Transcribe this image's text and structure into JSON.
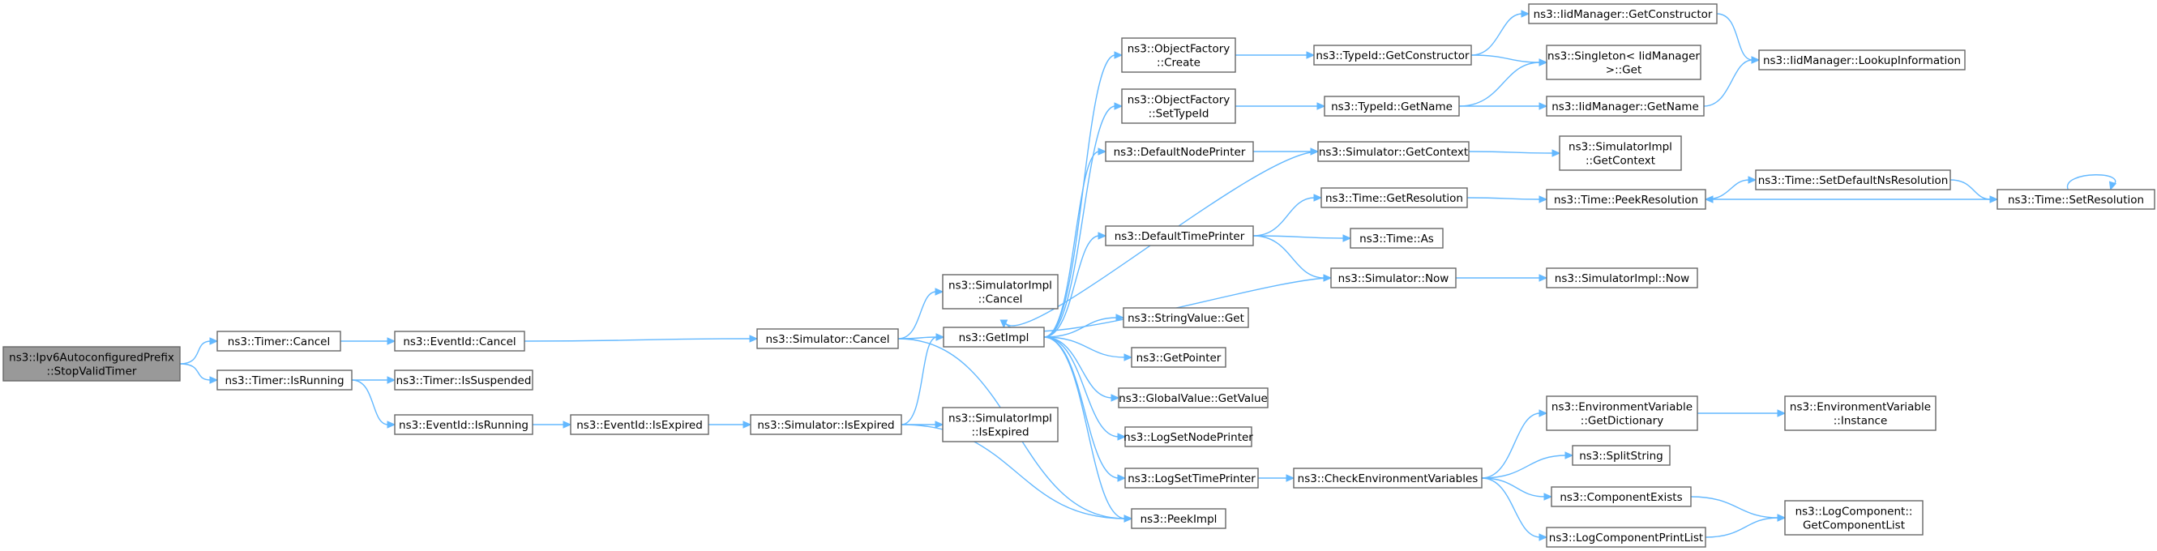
{
  "diagram": {
    "accent_color": "#63b8ff",
    "root_fill": "#999999",
    "nodes": [
      {
        "id": "root",
        "lines": [
          "ns3::Ipv6AutoconfiguredPrefix",
          "::StopValidTimer"
        ]
      },
      {
        "id": "timer_cancel",
        "lines": [
          "ns3::Timer::Cancel"
        ]
      },
      {
        "id": "timer_isrunning",
        "lines": [
          "ns3::Timer::IsRunning"
        ]
      },
      {
        "id": "eventid_cancel",
        "lines": [
          "ns3::EventId::Cancel"
        ]
      },
      {
        "id": "timer_issuspended",
        "lines": [
          "ns3::Timer::IsSuspended"
        ]
      },
      {
        "id": "eventid_isrunning",
        "lines": [
          "ns3::EventId::IsRunning"
        ]
      },
      {
        "id": "eventid_isexpired",
        "lines": [
          "ns3::EventId::IsExpired"
        ]
      },
      {
        "id": "sim_cancel",
        "lines": [
          "ns3::Simulator::Cancel"
        ]
      },
      {
        "id": "sim_isexpired",
        "lines": [
          "ns3::Simulator::IsExpired"
        ]
      },
      {
        "id": "simimpl_cancel",
        "lines": [
          "ns3::SimulatorImpl",
          "::Cancel"
        ]
      },
      {
        "id": "getimpl",
        "lines": [
          "ns3::GetImpl"
        ]
      },
      {
        "id": "simimpl_isexpired",
        "lines": [
          "ns3::SimulatorImpl",
          "::IsExpired"
        ]
      },
      {
        "id": "peekimpl",
        "lines": [
          "ns3::PeekImpl"
        ]
      },
      {
        "id": "of_create",
        "lines": [
          "ns3::ObjectFactory",
          "::Create"
        ]
      },
      {
        "id": "of_settypeid",
        "lines": [
          "ns3::ObjectFactory",
          "::SetTypeId"
        ]
      },
      {
        "id": "defaultnodeprinter",
        "lines": [
          "ns3::DefaultNodePrinter"
        ]
      },
      {
        "id": "defaulttimeprinter",
        "lines": [
          "ns3::DefaultTimePrinter"
        ]
      },
      {
        "id": "stringvalue_get",
        "lines": [
          "ns3::StringValue::Get"
        ]
      },
      {
        "id": "getpointer",
        "lines": [
          "ns3::GetPointer"
        ]
      },
      {
        "id": "globalvalue_getvalue",
        "lines": [
          "ns3::GlobalValue::GetValue"
        ]
      },
      {
        "id": "logsetnodeprinter",
        "lines": [
          "ns3::LogSetNodePrinter"
        ]
      },
      {
        "id": "logsettimeprinter",
        "lines": [
          "ns3::LogSetTimePrinter"
        ]
      },
      {
        "id": "typeid_getconstructor",
        "lines": [
          "ns3::TypeId::GetConstructor"
        ]
      },
      {
        "id": "typeid_getname",
        "lines": [
          "ns3::TypeId::GetName"
        ]
      },
      {
        "id": "sim_getcontext",
        "lines": [
          "ns3::Simulator::GetContext"
        ]
      },
      {
        "id": "time_getresolution",
        "lines": [
          "ns3::Time::GetResolution"
        ]
      },
      {
        "id": "time_as",
        "lines": [
          "ns3::Time::As"
        ]
      },
      {
        "id": "sim_now",
        "lines": [
          "ns3::Simulator::Now"
        ]
      },
      {
        "id": "checkenvvars",
        "lines": [
          "ns3::CheckEnvironmentVariables"
        ]
      },
      {
        "id": "iid_getconstructor",
        "lines": [
          "ns3::IidManager::GetConstructor"
        ]
      },
      {
        "id": "singleton_get",
        "lines": [
          "ns3::Singleton< IidManager",
          " >::Get"
        ]
      },
      {
        "id": "iid_getname",
        "lines": [
          "ns3::IidManager::GetName"
        ]
      },
      {
        "id": "simimpl_getcontext",
        "lines": [
          "ns3::SimulatorImpl",
          "::GetContext"
        ]
      },
      {
        "id": "time_peekresolution",
        "lines": [
          "ns3::Time::PeekResolution"
        ]
      },
      {
        "id": "simimpl_now",
        "lines": [
          "ns3::SimulatorImpl::Now"
        ]
      },
      {
        "id": "envvar_getdictionary",
        "lines": [
          "ns3::EnvironmentVariable",
          "::GetDictionary"
        ]
      },
      {
        "id": "splitstring",
        "lines": [
          "ns3::SplitString"
        ]
      },
      {
        "id": "componentexists",
        "lines": [
          "ns3::ComponentExists"
        ]
      },
      {
        "id": "logcomponentprintlist",
        "lines": [
          "ns3::LogComponentPrintList"
        ]
      },
      {
        "id": "iid_lookupinformation",
        "lines": [
          "ns3::IidManager::LookupInformation"
        ]
      },
      {
        "id": "time_setdefaultnsresolution",
        "lines": [
          "ns3::Time::SetDefaultNsResolution"
        ]
      },
      {
        "id": "envvar_instance",
        "lines": [
          "ns3::EnvironmentVariable",
          "::Instance"
        ]
      },
      {
        "id": "logcomponent_getcomponentlist",
        "lines": [
          "ns3::LogComponent::",
          "GetComponentList"
        ]
      },
      {
        "id": "time_setresolution",
        "lines": [
          "ns3::Time::SetResolution"
        ]
      }
    ],
    "edges": [
      [
        "root",
        "timer_cancel"
      ],
      [
        "root",
        "timer_isrunning"
      ],
      [
        "timer_cancel",
        "eventid_cancel"
      ],
      [
        "timer_isrunning",
        "timer_issuspended"
      ],
      [
        "timer_isrunning",
        "eventid_isrunning"
      ],
      [
        "eventid_cancel",
        "sim_cancel"
      ],
      [
        "eventid_isrunning",
        "eventid_isexpired"
      ],
      [
        "eventid_isexpired",
        "sim_isexpired"
      ],
      [
        "sim_cancel",
        "simimpl_cancel"
      ],
      [
        "sim_cancel",
        "getimpl"
      ],
      [
        "sim_cancel",
        "peekimpl"
      ],
      [
        "sim_isexpired",
        "getimpl"
      ],
      [
        "sim_isexpired",
        "simimpl_isexpired"
      ],
      [
        "sim_isexpired",
        "peekimpl"
      ],
      [
        "getimpl",
        "of_create"
      ],
      [
        "getimpl",
        "of_settypeid"
      ],
      [
        "getimpl",
        "defaultnodeprinter"
      ],
      [
        "getimpl",
        "defaulttimeprinter"
      ],
      [
        "getimpl",
        "stringvalue_get"
      ],
      [
        "getimpl",
        "getpointer"
      ],
      [
        "getimpl",
        "globalvalue_getvalue"
      ],
      [
        "getimpl",
        "logsetnodeprinter"
      ],
      [
        "getimpl",
        "logsettimeprinter"
      ],
      [
        "getimpl",
        "peekimpl"
      ],
      [
        "of_create",
        "typeid_getconstructor"
      ],
      [
        "of_settypeid",
        "typeid_getname"
      ],
      [
        "defaultnodeprinter",
        "sim_getcontext"
      ],
      [
        "defaulttimeprinter",
        "time_getresolution"
      ],
      [
        "defaulttimeprinter",
        "time_as"
      ],
      [
        "defaulttimeprinter",
        "sim_now"
      ],
      [
        "sim_getcontext",
        "getimpl"
      ],
      [
        "sim_getcontext",
        "simimpl_getcontext"
      ],
      [
        "sim_now",
        "getimpl"
      ],
      [
        "sim_now",
        "simimpl_now"
      ],
      [
        "logsettimeprinter",
        "checkenvvars"
      ],
      [
        "typeid_getconstructor",
        "iid_getconstructor"
      ],
      [
        "typeid_getconstructor",
        "singleton_get"
      ],
      [
        "typeid_getname",
        "singleton_get"
      ],
      [
        "typeid_getname",
        "iid_getname"
      ],
      [
        "iid_getconstructor",
        "iid_lookupinformation"
      ],
      [
        "iid_getname",
        "iid_lookupinformation"
      ],
      [
        "time_getresolution",
        "time_peekresolution"
      ],
      [
        "time_peekresolution",
        "time_setdefaultnsresolution"
      ],
      [
        "time_setdefaultnsresolution",
        "time_setresolution"
      ],
      [
        "time_setresolution",
        "time_peekresolution"
      ],
      [
        "time_setresolution",
        "time_setresolution"
      ],
      [
        "checkenvvars",
        "envvar_getdictionary"
      ],
      [
        "checkenvvars",
        "splitstring"
      ],
      [
        "checkenvvars",
        "componentexists"
      ],
      [
        "checkenvvars",
        "logcomponentprintlist"
      ],
      [
        "envvar_getdictionary",
        "envvar_instance"
      ],
      [
        "componentexists",
        "logcomponent_getcomponentlist"
      ],
      [
        "logcomponentprintlist",
        "logcomponent_getcomponentlist"
      ]
    ]
  }
}
